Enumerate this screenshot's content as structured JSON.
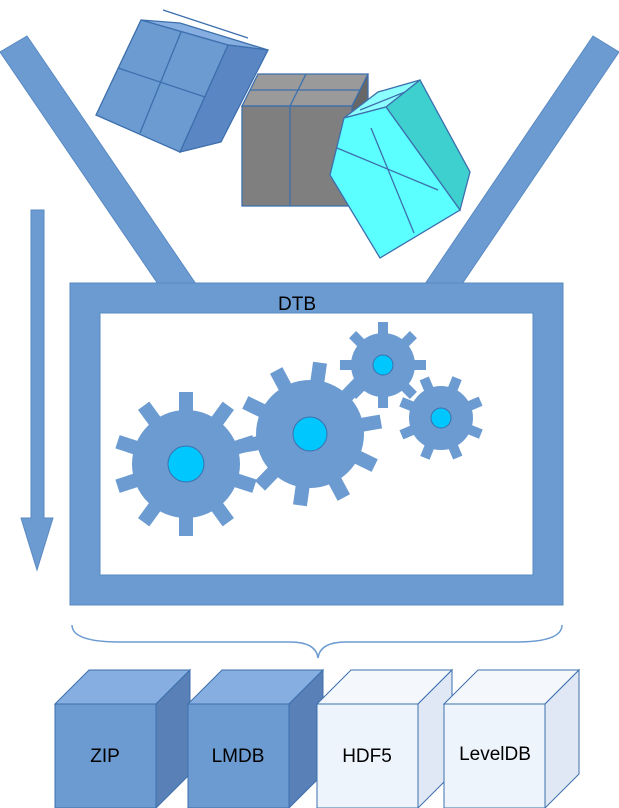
{
  "diagram": {
    "box_title": "DTB",
    "formats": [
      "ZIP",
      "LMDB",
      "HDF5",
      "LevelDB"
    ]
  },
  "colors": {
    "main_blue": "#6b9bd1",
    "edge_blue": "#3d6fad",
    "cyan": "#00c8ff",
    "cube_gray": "#7f7f7f",
    "cube_cyan": "#5cffff",
    "pale_cube": "#eef4fb"
  },
  "icons": [
    "funnel-arrow-left",
    "funnel-arrow-right",
    "flow-down-arrow",
    "data-cubes",
    "gear-icon",
    "curly-brace",
    "storage-cube"
  ]
}
